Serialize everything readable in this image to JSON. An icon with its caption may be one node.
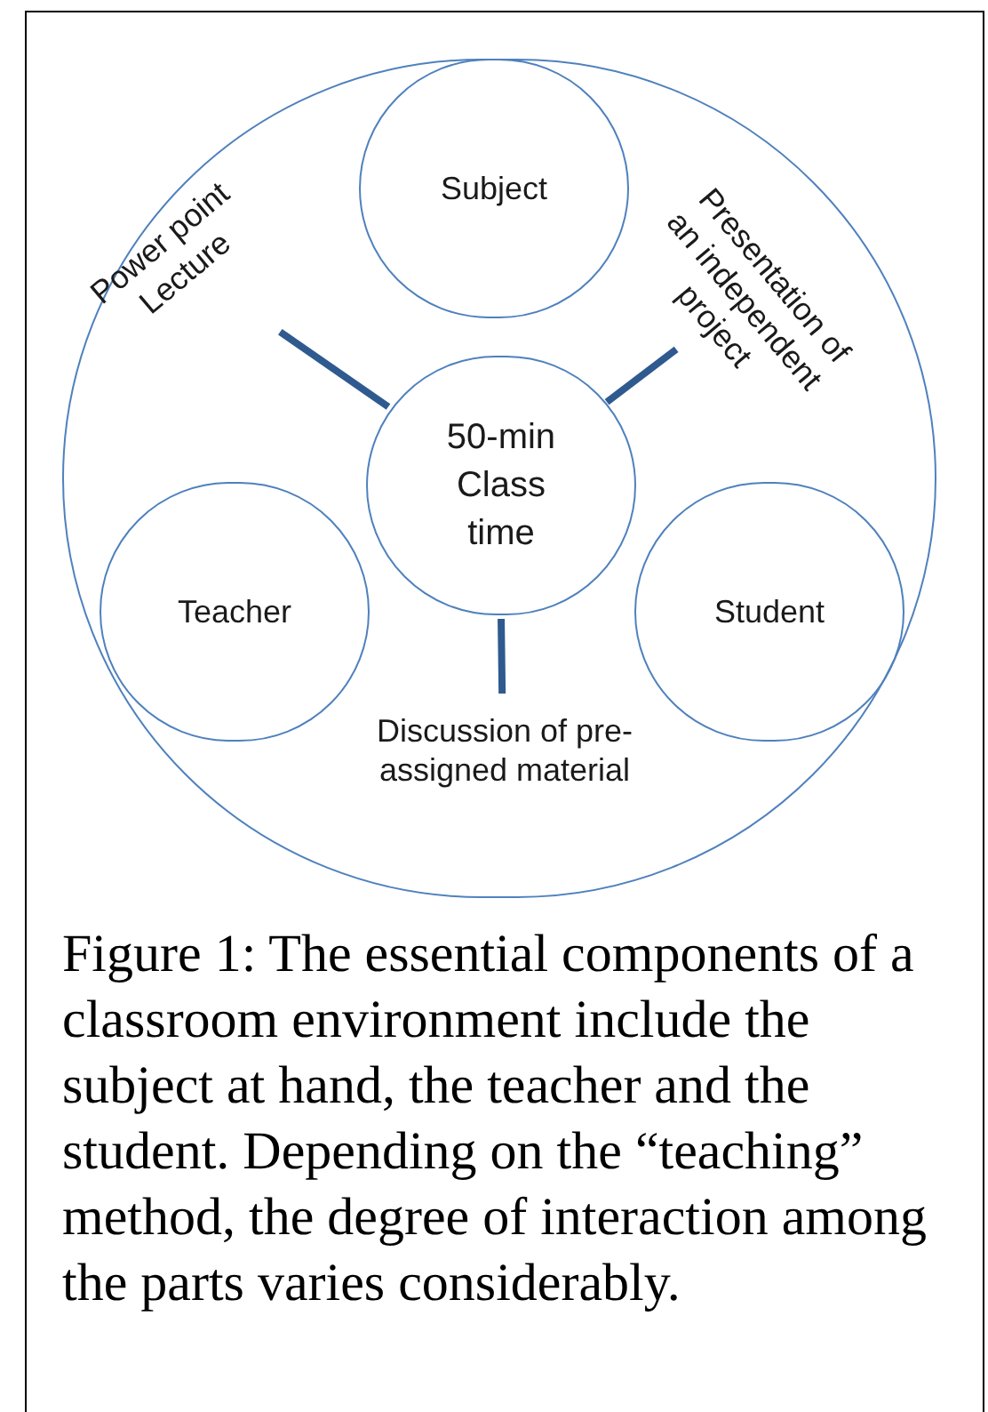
{
  "diagram": {
    "caption": "Figure 1: The essential components of a classroom environment include the subject at hand, the teacher and the student. Depending on the “teaching” method, the degree of interaction among the parts varies considerably.",
    "nodes": [
      {
        "text": [],
        "shape": "circle"
      },
      {
        "text": [
          "Subject"
        ],
        "in": 0
      },
      {
        "text": [
          "Power point Lecture"
        ],
        "in": 0
      },
      {
        "text": [
          "Presentation of an independent project"
        ],
        "in": 0
      },
      {
        "text": [
          "50-min Class time"
        ],
        "in": 0
      },
      {
        "text": [
          "Teacher"
        ],
        "in": 0
      },
      {
        "text": [
          "Student"
        ],
        "in": 0
      },
      {
        "text": [
          "Discussion of pre-assigned material"
        ],
        "in": 0
      }
    ],
    "edges": [
      {
        "from": 2,
        "to": 4,
        "arrow": "none"
      },
      {
        "from": 3,
        "to": 4,
        "arrow": "none"
      },
      {
        "from": 7,
        "to": 4,
        "arrow": "none"
      }
    ]
  }
}
